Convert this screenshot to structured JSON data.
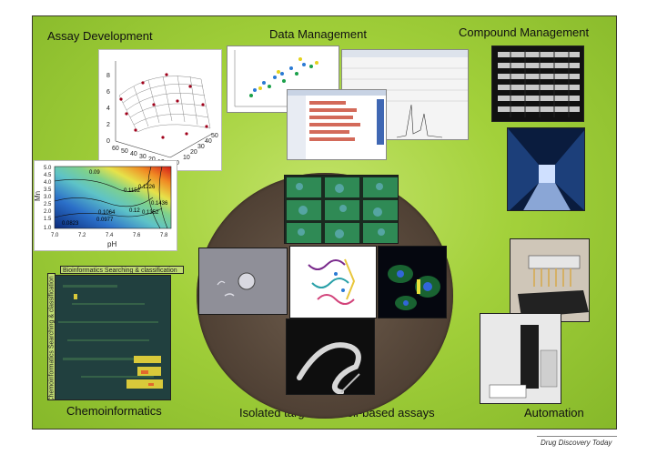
{
  "labels": {
    "assay_development": "Assay Development",
    "data_management": "Data Management",
    "compound_management": "Compound Management",
    "chemoinformatics": "Chemoinformatics",
    "isolated_target": "Isolated target and cell-based assays",
    "automation": "Automation"
  },
  "surface_plot": {
    "z_ticks": [
      "0",
      "2",
      "4",
      "6",
      "8"
    ],
    "x_ticks": [
      "60",
      "50",
      "40",
      "30",
      "20",
      "10",
      "0"
    ],
    "y_ticks": [
      "0",
      "10",
      "20",
      "30",
      "40",
      "50"
    ]
  },
  "contour_plot": {
    "ylabel": "Mn",
    "xlabel": "pH",
    "y_ticks": [
      "5.0",
      "4.5",
      "4.0",
      "3.5",
      "3.0",
      "2.5",
      "2.0",
      "1.5",
      "1.0"
    ],
    "x_ticks": [
      "7.0",
      "7.2",
      "7.4",
      "7.6",
      "7.8"
    ],
    "contour_labels": [
      "0.09",
      "0.1152",
      "0.1226",
      "0.1064",
      "0.0977",
      "0.12",
      "0.1352",
      "0.1436",
      "0.0823"
    ]
  },
  "heatmap": {
    "top_label": "Bioinformatics Searching & classification",
    "side_label": "Chemoinformatics Searching & classification"
  },
  "footer": "Drug Discovery Today",
  "colors": {
    "frame_green": "#a3d13b",
    "ellipse_brown": "#5a4a3c"
  }
}
